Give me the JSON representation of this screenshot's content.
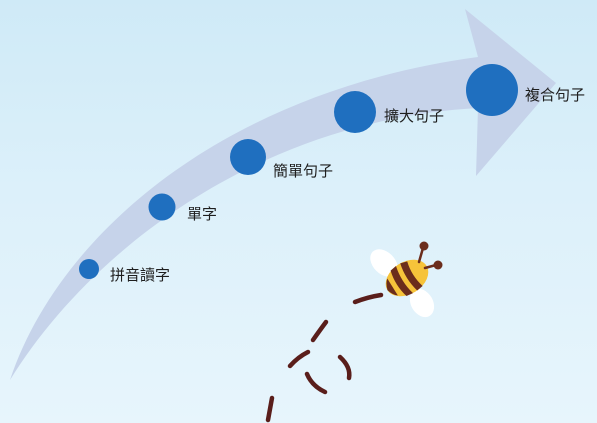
{
  "stages": [
    {
      "label": "拼音讀字"
    },
    {
      "label": "單字"
    },
    {
      "label": "簡單句子"
    },
    {
      "label": "擴大句子"
    },
    {
      "label": "複合句子"
    }
  ],
  "colors": {
    "background_top": "#cfeaf7",
    "background_bottom": "#e7f5fc",
    "arrow": "#c6d3ea",
    "dot": "#1f6fbf",
    "bee_stripe_yellow": "#f6c33a",
    "bee_stripe_brown": "#6b2d1c",
    "bee_wing": "#ffffff",
    "flight_trail": "#5a1e1b"
  },
  "icons": {
    "mascot": "bee-icon",
    "trail": "dashed-flight-path"
  }
}
